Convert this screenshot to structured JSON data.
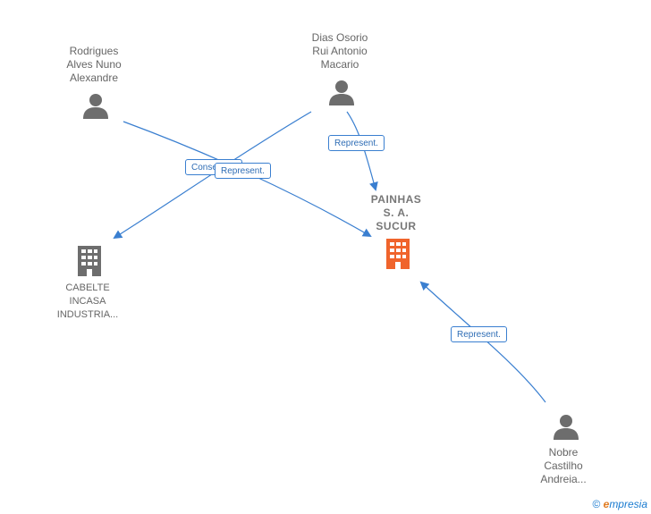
{
  "nodes": {
    "rodrigues": {
      "name": "Rodrigues\nAlves Nuno\nAlexandre"
    },
    "dias": {
      "name": "Dias Osorio\nRui Antonio\nMacario"
    },
    "painhas": {
      "name": "PAINHAS\nS. A.\nSUCUR"
    },
    "cabelte": {
      "name": "CABELTE\nINCASA\nINDUSTRIA..."
    },
    "nobre": {
      "name": "Nobre\nCastilho\nAndreia..."
    }
  },
  "edges": {
    "consejero": "Consejero",
    "represent_center": "Represent.",
    "represent_dias": "Represent.",
    "represent_nobre": "Represent."
  },
  "footer": {
    "copyright": "©",
    "brand_e": "e",
    "brand_rest": "mpresia"
  },
  "colors": {
    "edge": "#3a7fd0",
    "person": "#6d6d6d",
    "company": "#6d6d6d",
    "main_company": "#f0642c"
  }
}
